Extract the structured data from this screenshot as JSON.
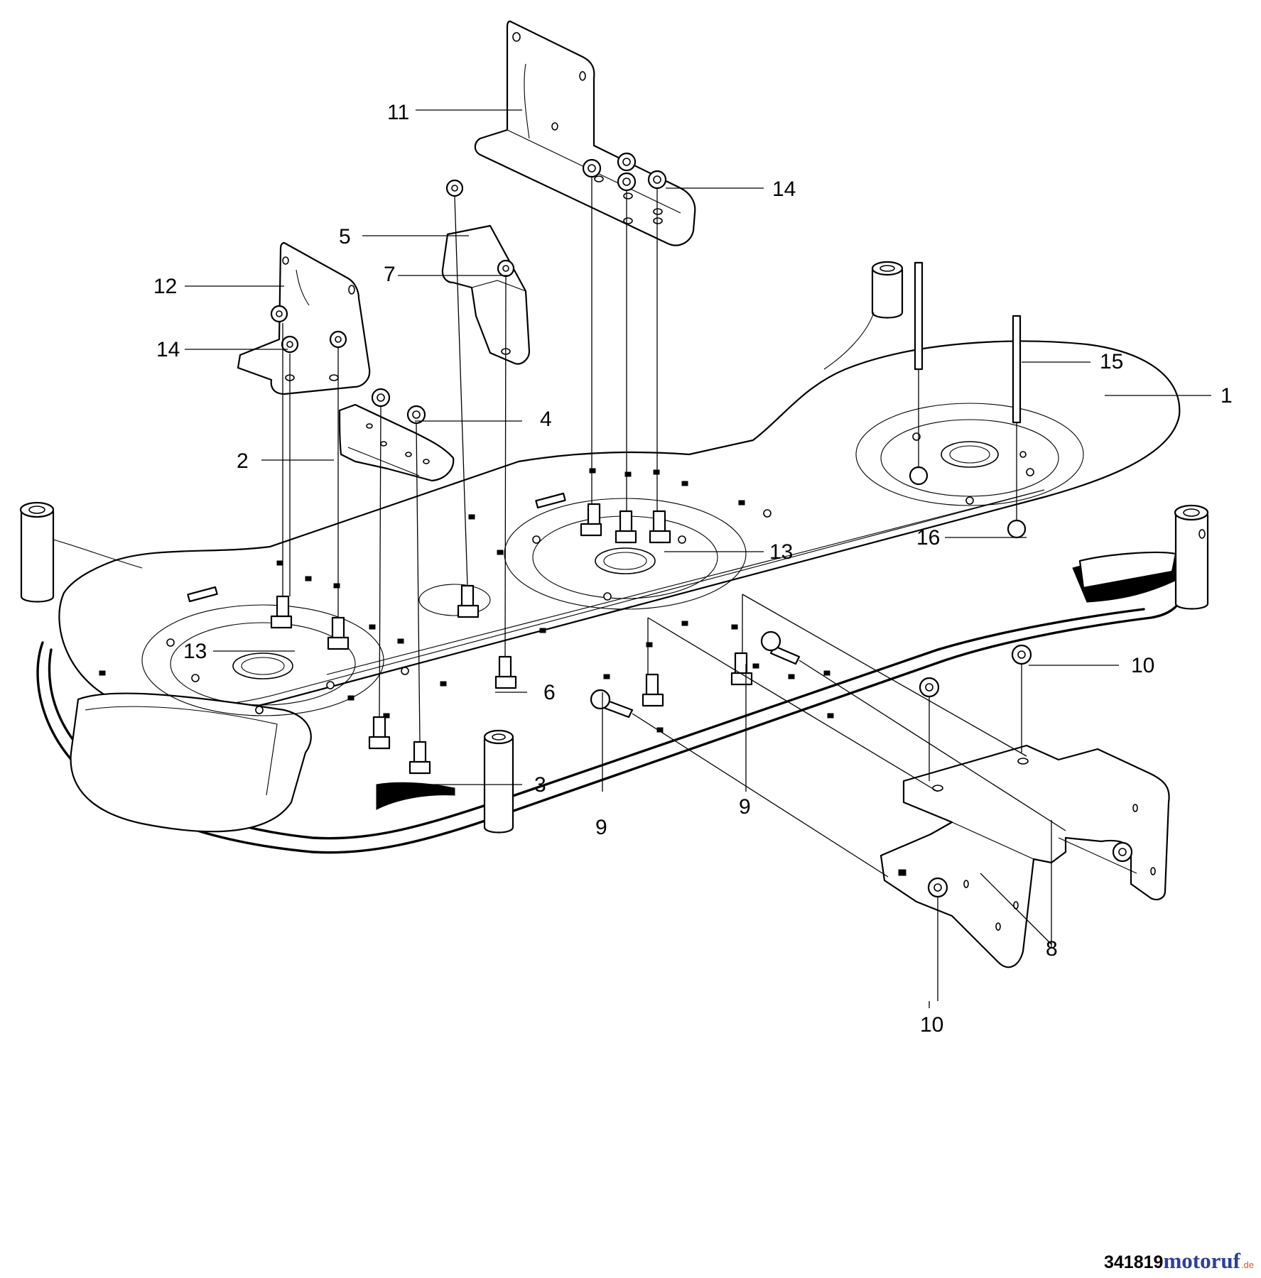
{
  "diagram": {
    "callouts": [
      {
        "id": "c1",
        "label": "1"
      },
      {
        "id": "c2",
        "label": "2"
      },
      {
        "id": "c3",
        "label": "3"
      },
      {
        "id": "c4",
        "label": "4"
      },
      {
        "id": "c5",
        "label": "5"
      },
      {
        "id": "c6",
        "label": "6"
      },
      {
        "id": "c7",
        "label": "7"
      },
      {
        "id": "c8",
        "label": "8"
      },
      {
        "id": "c9a",
        "label": "9"
      },
      {
        "id": "c9b",
        "label": "9"
      },
      {
        "id": "c10a",
        "label": "10"
      },
      {
        "id": "c10b",
        "label": "10"
      },
      {
        "id": "c11",
        "label": "11"
      },
      {
        "id": "c12",
        "label": "12"
      },
      {
        "id": "c13a",
        "label": "13"
      },
      {
        "id": "c13b",
        "label": "13"
      },
      {
        "id": "c14a",
        "label": "14"
      },
      {
        "id": "c14b",
        "label": "14"
      },
      {
        "id": "c15",
        "label": "15"
      },
      {
        "id": "c16",
        "label": "16"
      }
    ]
  },
  "footer": {
    "drawing_number": "341819",
    "watermark": {
      "brand": "motoruf",
      "tld": ".de",
      "brand_color": "#2a3f9e",
      "accent_color": "#d85a1a"
    }
  }
}
